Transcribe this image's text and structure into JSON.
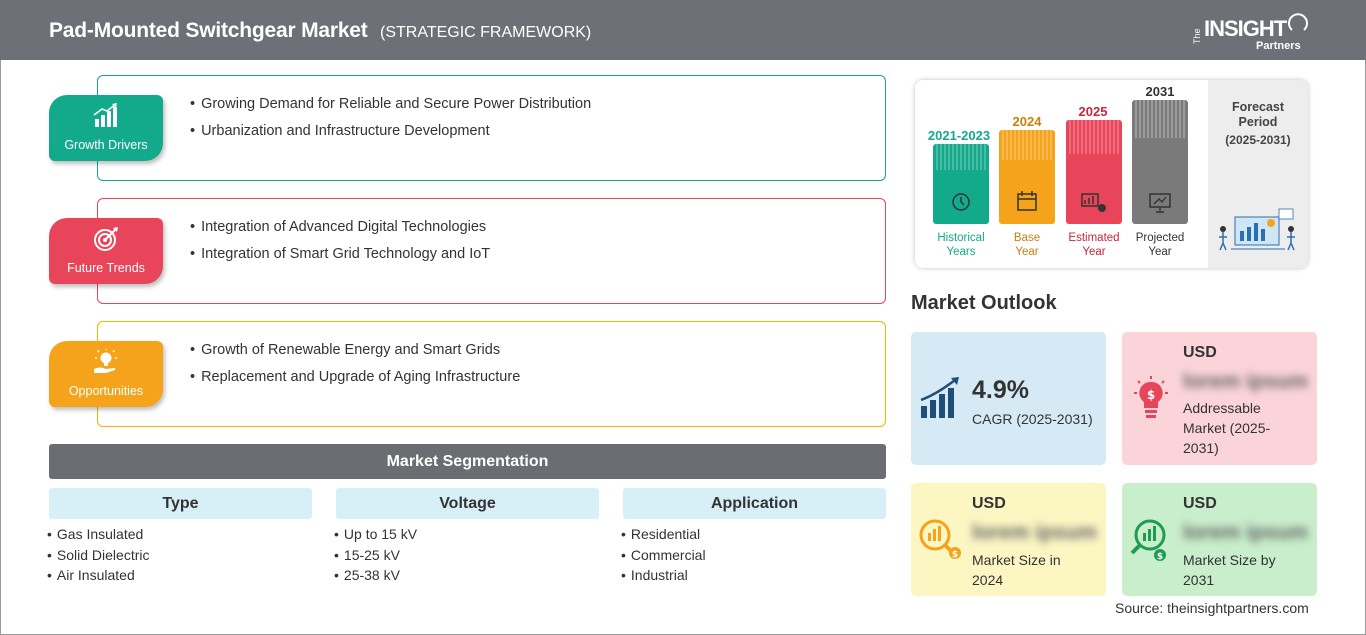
{
  "header": {
    "title": "Pad-Mounted Switchgear Market",
    "subtitle": "(STRATEGIC FRAMEWORK)",
    "logo": {
      "the": "The",
      "insight": "INSIGHT",
      "partners": "Partners"
    }
  },
  "categories": [
    {
      "label": "Growth Drivers",
      "icon": "bar-chart-growth-icon",
      "color": "#13a98b",
      "items": [
        "Growing Demand for Reliable and Secure Power Distribution",
        "Urbanization and Infrastructure Development"
      ]
    },
    {
      "label": "Future Trends",
      "icon": "target-icon",
      "color": "#e8455a",
      "items": [
        "Integration of Advanced Digital Technologies",
        "Integration of Smart Grid Technology and IoT"
      ]
    },
    {
      "label": "Opportunities",
      "icon": "lightbulb-hand-icon",
      "color": "#f5a31a",
      "items": [
        "Growth of Renewable Energy and Smart Grids",
        "Replacement and Upgrade of Aging Infrastructure"
      ]
    }
  ],
  "segmentation": {
    "title": "Market Segmentation",
    "columns": [
      {
        "header": "Type",
        "items": [
          "Gas Insulated",
          "Solid Dielectric",
          "Air Insulated"
        ]
      },
      {
        "header": "Voltage",
        "items": [
          "Up to 15 kV",
          "15-25 kV",
          "25-38 kV"
        ]
      },
      {
        "header": "Application",
        "items": [
          "Residential",
          "Commercial",
          "Industrial"
        ]
      }
    ]
  },
  "timeline": {
    "columns": [
      {
        "year": "2021-2023",
        "label1": "Historical",
        "label2": "Years",
        "color": "#13a98b",
        "icon": "history-clock-icon"
      },
      {
        "year": "2024",
        "label1": "Base",
        "label2": "Year",
        "color": "#f5a31a",
        "icon": "calendar-icon"
      },
      {
        "year": "2025",
        "label1": "Estimated",
        "label2": "Year",
        "color": "#e8455a",
        "icon": "estimate-chart-icon"
      },
      {
        "year": "2031",
        "label1": "Projected",
        "label2": "Year",
        "color": "#7a7a7a",
        "icon": "presentation-board-icon"
      }
    ],
    "forecast_title1": "Forecast",
    "forecast_title2": "Period",
    "forecast_period": "(2025-2031)"
  },
  "outlook": {
    "title": "Market Outlook",
    "cagr": {
      "value": "4.9%",
      "label": "CAGR (2025-2031)",
      "bg": "#d6eaf5"
    },
    "addressable": {
      "usd": "USD",
      "value": "lorem ipsum",
      "label1": "Addressable",
      "label2": "Market (2025-",
      "label3": "2031)",
      "bg": "#fad4d9"
    },
    "size2024": {
      "usd": "USD",
      "value": "lorem ipsum",
      "label1": "Market Size in",
      "label2": "2024",
      "bg": "#fcf6c3"
    },
    "size2031": {
      "usd": "USD",
      "value": "lorem ipsum",
      "label1": "Market Size by",
      "label2": "2031",
      "bg": "#c8eecb"
    }
  },
  "source": "Source: theinsightpartners.com"
}
